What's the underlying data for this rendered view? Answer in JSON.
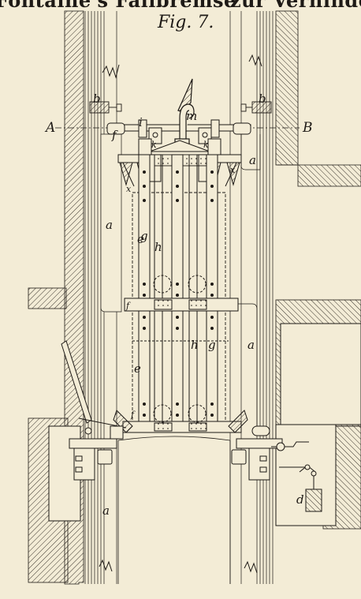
{
  "header": {
    "left": "Fontaine's Fallbremse",
    "right": "zur Verhinderung"
  },
  "figure_title": "Fig. 7.",
  "labels": {
    "A": "A",
    "B": "B",
    "a": "a",
    "b": "b",
    "d": "d",
    "e": "e",
    "f": "f",
    "g": "g",
    "h": "h",
    "i": "i",
    "k": "k",
    "m": "m",
    "x": "x"
  },
  "colors": {
    "paper": "#f3ecd6",
    "ink": "#1e1a16",
    "hatch": "#3a342c"
  }
}
